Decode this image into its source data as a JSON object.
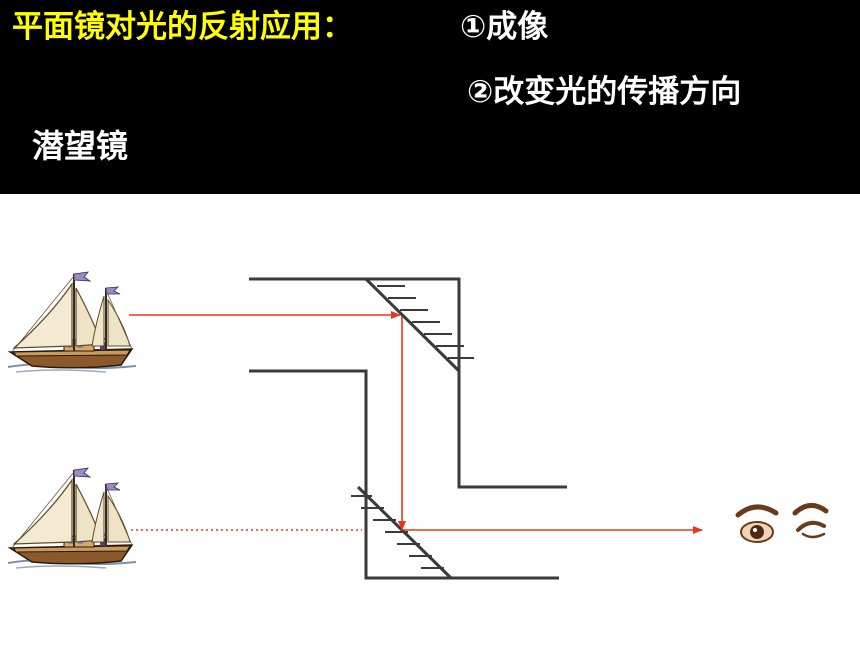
{
  "header": {
    "title": "平面镜对光的反射应用：",
    "item_1": "①成像",
    "item_2": "②改变光的传播方向",
    "topic": "潜望镜"
  },
  "colors": {
    "header_bg": "#000000",
    "title": "#ffff00",
    "text": "#ffffff",
    "light_ray": "#e8391c",
    "tube": "#3a3a3a"
  },
  "icons": [
    "sailboat-icon",
    "sailboat-image-icon",
    "eyes-icon"
  ]
}
